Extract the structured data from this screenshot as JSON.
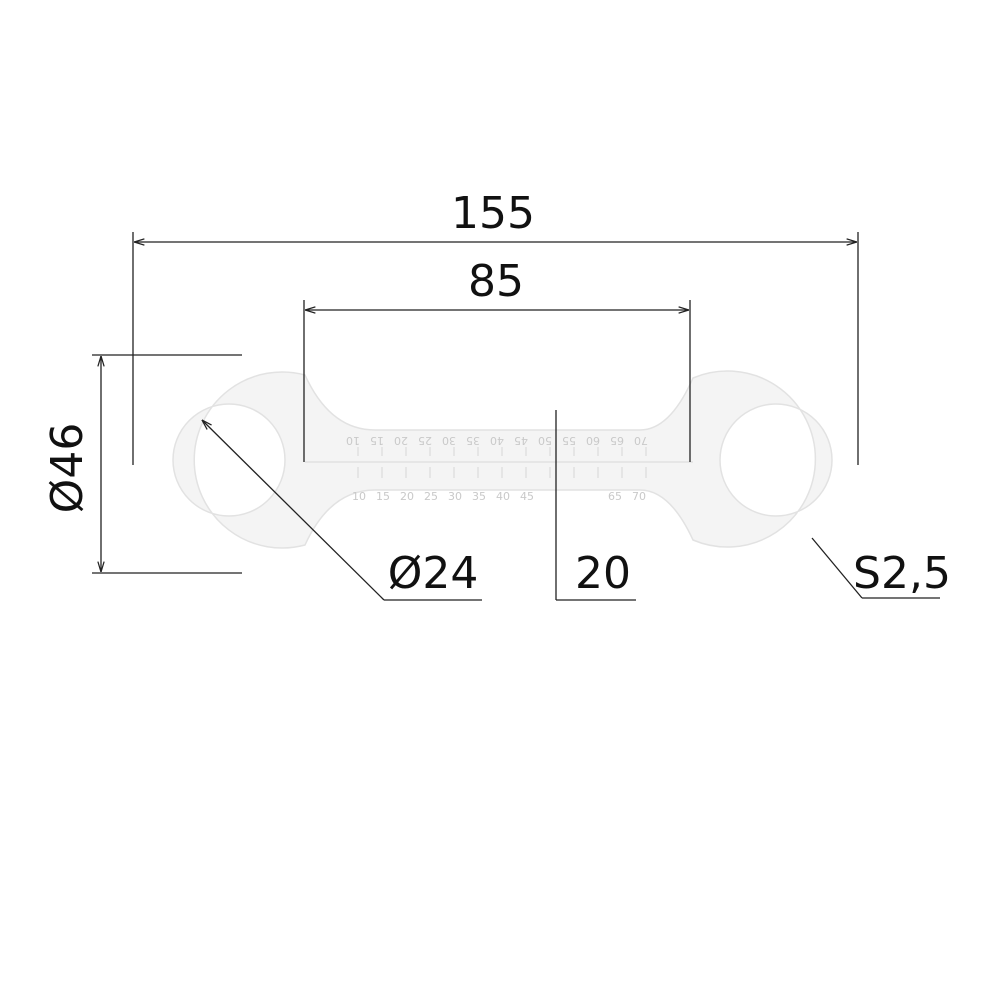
{
  "dimensions": {
    "overall_length": "155",
    "inner_length": "85",
    "outer_diameter": "Ø46",
    "hole_diameter": "Ø24",
    "bridge_width": "20",
    "thickness": "S2,5"
  },
  "ruler": {
    "top_scale": [
      "70",
      "65",
      "60",
      "55",
      "50",
      "45",
      "40",
      "35",
      "30",
      "25",
      "20",
      "15",
      "10"
    ],
    "bottom_scale": [
      "10",
      "15",
      "20",
      "25",
      "30",
      "35",
      "40",
      "45",
      "",
      "",
      "",
      "65",
      "70"
    ]
  },
  "colors": {
    "part_fill": "#f4f4f4",
    "part_edge": "#e2e2e2",
    "dimension_line": "#222222",
    "dimension_text": "#111111"
  }
}
